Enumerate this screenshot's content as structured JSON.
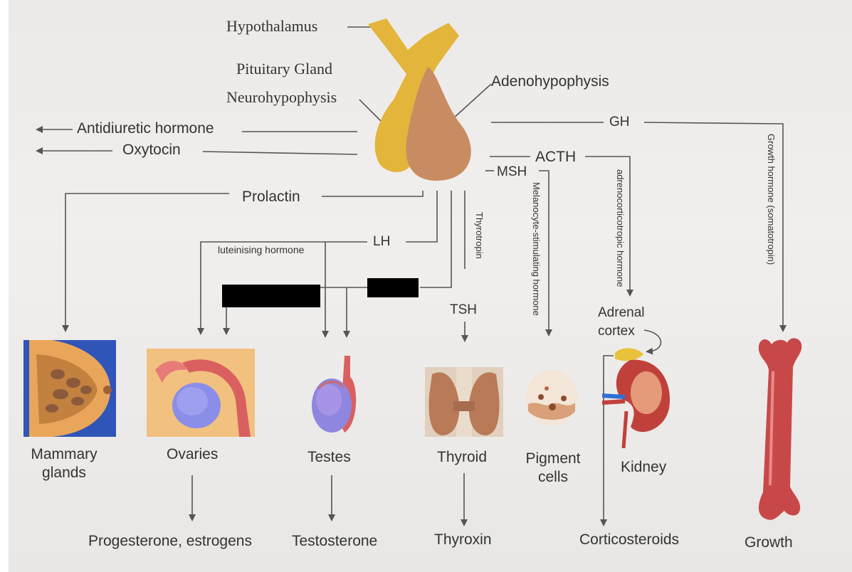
{
  "labels": {
    "hypothalamus": "Hypothalamus",
    "pituitary": "Pituitary Gland",
    "neurohypophysis": "Neurohypophysis",
    "adenohypophysis": "Adenohypophysis",
    "adh": "Antidiuretic hormone",
    "oxytocin": "Oxytocin",
    "gh": "GH",
    "acth": "ACTH",
    "msh": "MSH",
    "prolactin": "Prolactin",
    "lh": "LH",
    "lh_full": "luteinising hormone",
    "tsh": "TSH",
    "thyrotropin": "Thyrotropin",
    "msh_full": "Melanocyte-stimulating hormone",
    "acth_full": "adrenocorticotropic hormone",
    "gh_full": "Growth hormone (somatotropin)",
    "adrenal_line1": "Adrenal",
    "adrenal_line2": "cortex"
  },
  "targets": {
    "mammary_line1": "Mammary",
    "mammary_line2": "glands",
    "ovaries": "Ovaries",
    "testes": "Testes",
    "thyroid": "Thyroid",
    "pigment_line1": "Pigment",
    "pigment_line2": "cells",
    "kidney": "Kidney",
    "bone_out": "Growth"
  },
  "outputs": {
    "ovaries": "Progesterone, estrogens",
    "testes": "Testosterone",
    "thyroid": "Thyroxin",
    "adrenal": "Corticosteroids"
  },
  "colors": {
    "neuro": "#e3b53a",
    "adeno": "#c98c62",
    "line": "#555555",
    "redaction": "#000000"
  }
}
